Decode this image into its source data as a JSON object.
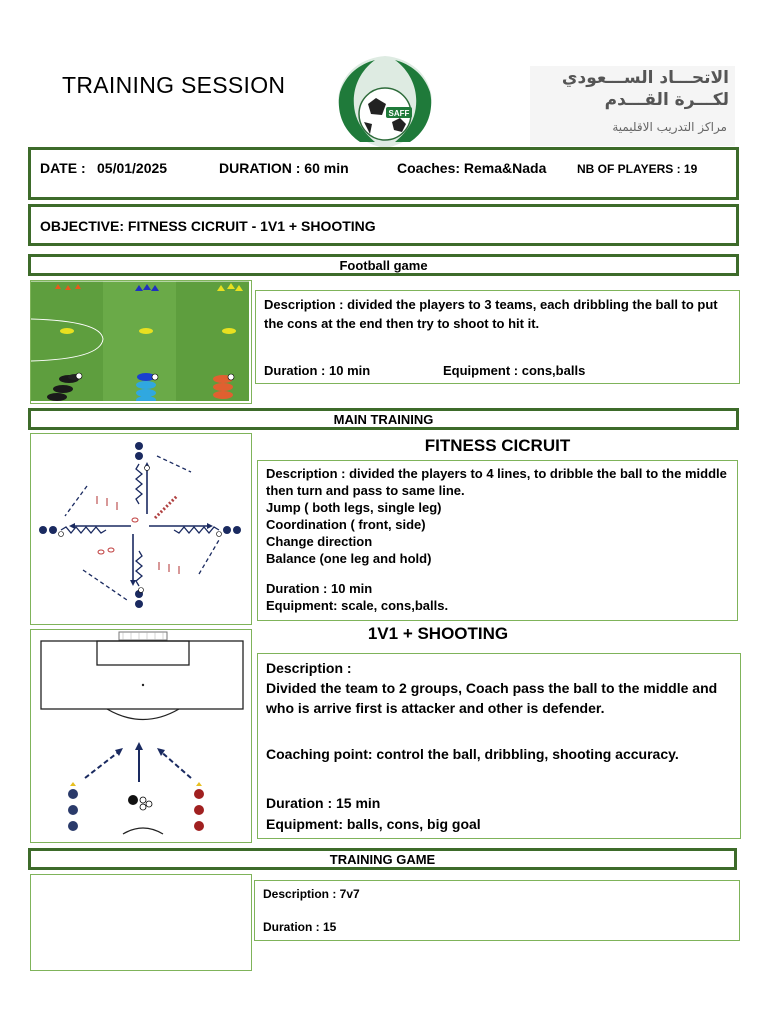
{
  "header": {
    "title": "TRAINING SESSION",
    "logo_text": "SAFF",
    "federation_line1": "الاتحـــاد الســـعودي",
    "federation_line2": "لكـــرة القـــدم",
    "federation_line3": "مراكز التدريب الاقليمية"
  },
  "info": {
    "date_label": "DATE :",
    "date_value": "05/01/2025",
    "duration": "DURATION : 60 min",
    "coaches": "Coaches: Rema&Nada",
    "players": "NB OF PLAYERS : 19"
  },
  "objective": "OBJECTIVE: FITNESS CICRUIT - 1V1 + SHOOTING",
  "football_game": {
    "heading": "Football game",
    "description": "Description  : divided the players to 3 teams, each dribbling the ball to put the cons at the end then try to shoot to hit it.",
    "duration": "Duration : 10 min",
    "equipment": "Equipment :  cons,balls"
  },
  "main_training": {
    "heading": "MAIN TRAINING",
    "fitness": {
      "title": "FITNESS CICRUIT",
      "description": "Description  :  divided the players to 4 lines, to dribble the ball to the middle then turn and pass to same line.",
      "lines": [
        "Jump ( both legs, single leg)",
        "Coordination ( front, side)",
        "Change direction",
        "Balance (one leg and hold)"
      ],
      "duration": "Duration : 10 min",
      "equipment": "Equipment: scale, cons,balls."
    },
    "shooting": {
      "title": "1V1 + SHOOTING",
      "description_label": "Description :",
      "description": "Divided the team to 2 groups, Coach pass the ball to the middle and who is arrive first is attacker and other is defender.",
      "coaching_point": "Coaching point: control the ball, dribbling, shooting accuracy.",
      "duration": "Duration : 15 min",
      "equipment": "Equipment: balls, cons, big goal"
    }
  },
  "training_game": {
    "heading": "TRAINING GAME",
    "description": "Description :  7v7",
    "duration": "Duration : 15"
  },
  "colors": {
    "border_green": "#3d6b2a",
    "pitch_green": "#5e9e3e",
    "pitch_stripe": "#6aaa48"
  }
}
